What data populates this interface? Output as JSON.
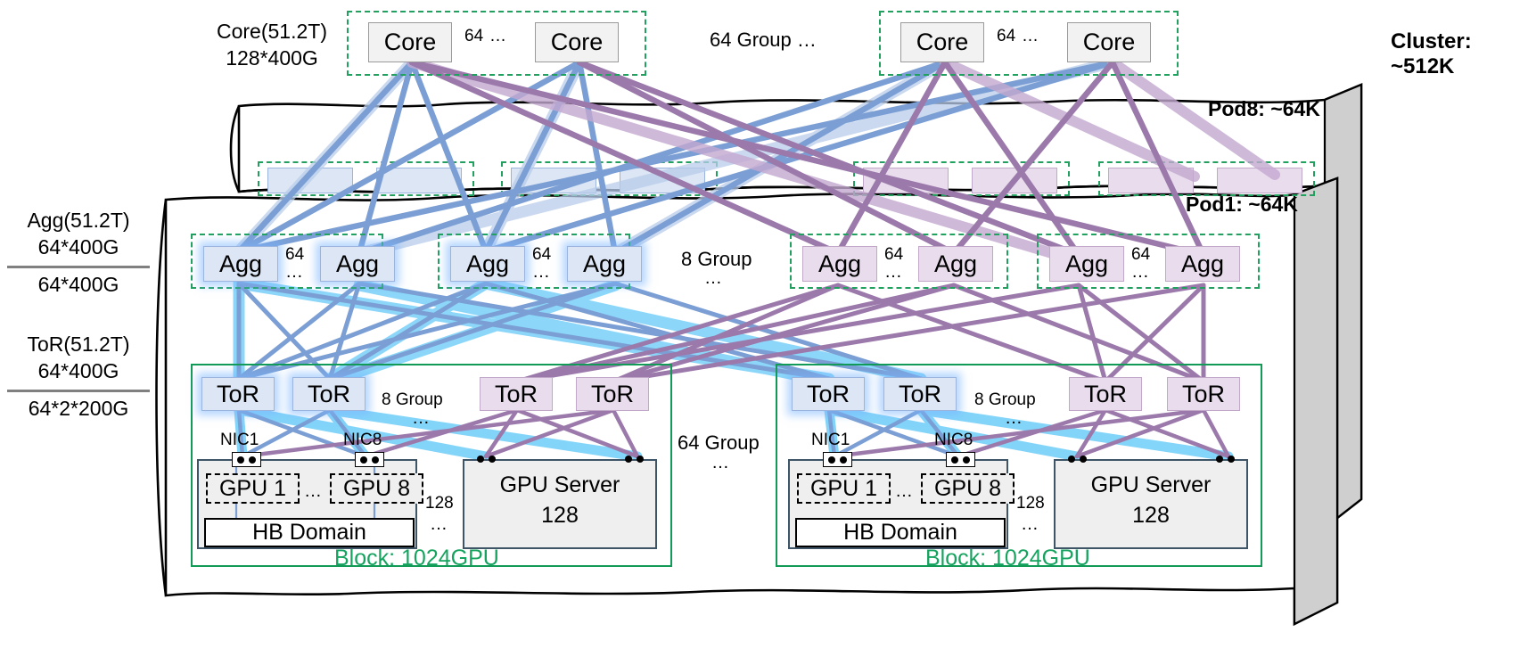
{
  "diagram": {
    "title_cluster": "Cluster: ~512K",
    "pod_top_label": "Pod8: ~64K",
    "pod_bottom_label": "Pod1: ~64K",
    "core_group_gap_label": "64 Group …",
    "block_label": "Block: 1024GPU",
    "server_group_gap_label": "64 Group",
    "server_group_gap_dots": "…"
  },
  "side_labels": {
    "core": {
      "line1": "Core(51.2T)",
      "line2": "128*400G"
    },
    "agg": {
      "line1": "Agg(51.2T)",
      "line2": "64*400G",
      "line3": "64*400G"
    },
    "tor": {
      "line1": "ToR(51.2T)",
      "line2": "64*400G",
      "line3": "64*2*200G"
    }
  },
  "layers": {
    "core": {
      "node_label": "Core",
      "count_label": "64",
      "ellipsis": "…",
      "groups": [
        {
          "id": "core-group-1",
          "nodes": [
            "Core",
            "Core"
          ]
        },
        {
          "id": "core-group-64",
          "nodes": [
            "Core",
            "Core"
          ]
        }
      ]
    },
    "agg": {
      "node_label": "Agg",
      "count_label": "64",
      "ellipsis": "…",
      "group_gap_label": "8 Group",
      "group_gap_dots": "…",
      "groups": [
        {
          "id": "agg-group-1",
          "color": "blue",
          "nodes": [
            "Agg",
            "Agg"
          ]
        },
        {
          "id": "agg-group-2",
          "color": "blue",
          "nodes": [
            "Agg",
            "Agg"
          ]
        },
        {
          "id": "agg-group-3",
          "color": "purple",
          "nodes": [
            "Agg",
            "Agg"
          ]
        },
        {
          "id": "agg-group-4",
          "color": "purple",
          "nodes": [
            "Agg",
            "Agg"
          ]
        }
      ]
    },
    "tor": {
      "node_label": "ToR",
      "group_gap_label": "8 Group",
      "group_gap_dots": "…",
      "blocks": [
        {
          "id": "block-1",
          "tors": [
            "ToR",
            "ToR",
            "ToR",
            "ToR"
          ]
        },
        {
          "id": "block-2",
          "tors": [
            "ToR",
            "ToR",
            "ToR",
            "ToR"
          ]
        }
      ]
    },
    "server": {
      "nic_first": "NIC1",
      "nic_last": "NIC8",
      "gpu_first": "GPU 1",
      "gpu_last": "GPU 8",
      "gpu_ellipsis": "…",
      "hb_domain": "HB Domain",
      "repeat_count": "128",
      "repeat_dots": "…",
      "far_server_line1": "GPU Server",
      "far_server_line2": "128"
    }
  },
  "colors": {
    "group_dash_green": "#21a060",
    "block_green": "#119b57",
    "node_blue_fill": "#dce6f5",
    "node_purple_fill": "#e8dced",
    "core_fill": "#f2f2f2",
    "link_blue": "#7b9fd4",
    "link_cyan": "#29b6f6",
    "link_purple": "#9b79ab",
    "side_rule": "#808080",
    "pod_shadow": "#cfcfcf"
  }
}
